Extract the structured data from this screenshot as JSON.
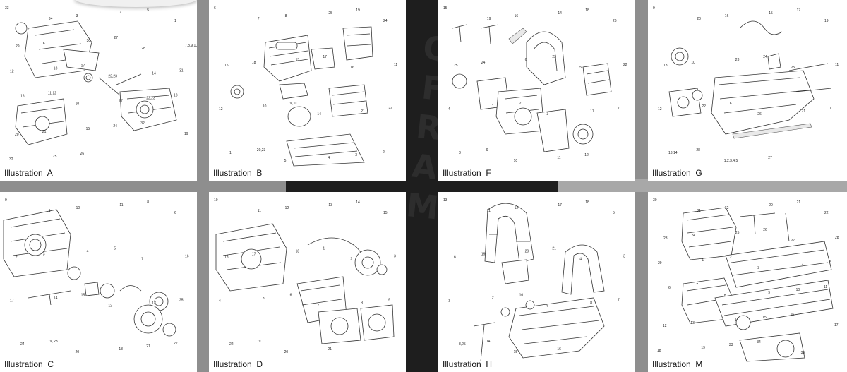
{
  "watermark": "Q F R A M",
  "panels": [
    {
      "id": "A",
      "caption": "Illustration  A",
      "numbers": [
        "33",
        "34",
        "3",
        "4",
        "5",
        "1",
        "29",
        "6",
        "30",
        "27",
        "28",
        "7,8,9,10",
        "12",
        "18",
        "17",
        "22,23",
        "14",
        "31",
        "16",
        "11,12",
        "10",
        "17",
        "22,23",
        "13",
        "20",
        "21",
        "15",
        "24",
        "32",
        "19",
        "32",
        "25",
        "26"
      ]
    },
    {
      "id": "B",
      "caption": "Illustration  B",
      "numbers": [
        "6",
        "7",
        "8",
        "25",
        "19",
        "24",
        "15",
        "18",
        "13",
        "17",
        "16",
        "11",
        "12",
        "10",
        "9,10",
        "14",
        "21",
        "22",
        "1",
        "20,23",
        "5",
        "4",
        "3",
        "2"
      ]
    },
    {
      "id": "F",
      "caption": "Illustration  F",
      "numbers": [
        "15",
        "19",
        "16",
        "14",
        "18",
        "26",
        "25",
        "24",
        "6",
        "23",
        "5",
        "22",
        "4",
        "1",
        "2",
        "3",
        "17",
        "7",
        "8",
        "9",
        "10",
        "11",
        "12"
      ]
    },
    {
      "id": "G",
      "caption": "Illustration  G",
      "numbers": [
        "9",
        "20",
        "16",
        "15",
        "17",
        "19",
        "18",
        "10",
        "23",
        "24",
        "25",
        "11",
        "12",
        "22",
        "6",
        "26",
        "21",
        "7",
        "13,14",
        "28",
        "1,2,3,4,5",
        "27"
      ]
    },
    {
      "id": "C",
      "caption": "Illustration  C",
      "numbers": [
        "9",
        "1",
        "10",
        "11",
        "8",
        "6",
        "2",
        "3",
        "4",
        "5",
        "7",
        "16",
        "17",
        "14",
        "15",
        "12",
        "13",
        "25",
        "24",
        "19, 23",
        "20",
        "18",
        "21",
        "22"
      ]
    },
    {
      "id": "D",
      "caption": "Illustration  D",
      "numbers": [
        "10",
        "11",
        "12",
        "13",
        "14",
        "15",
        "16",
        "17",
        "18",
        "1",
        "2",
        "3",
        "4",
        "5",
        "6",
        "7",
        "8",
        "9",
        "22",
        "19",
        "20",
        "21"
      ]
    },
    {
      "id": "H",
      "caption": "Illustration  H",
      "numbers": [
        "13",
        "11",
        "12",
        "17",
        "18",
        "5",
        "6",
        "19",
        "20",
        "21",
        "4",
        "3",
        "1",
        "2",
        "10",
        "9",
        "8",
        "7",
        "8,25",
        "14",
        "15",
        "16"
      ]
    },
    {
      "id": "M",
      "caption": "Illustration  M",
      "numbers": [
        "30",
        "31",
        "32",
        "20",
        "21",
        "22",
        "23",
        "24",
        "25",
        "26",
        "27",
        "28",
        "29",
        "1",
        "2",
        "3",
        "4",
        "5",
        "6",
        "7",
        "8",
        "9",
        "10",
        "11",
        "12",
        "13",
        "14",
        "15",
        "16",
        "17",
        "18",
        "19",
        "33",
        "34",
        "35"
      ]
    }
  ]
}
